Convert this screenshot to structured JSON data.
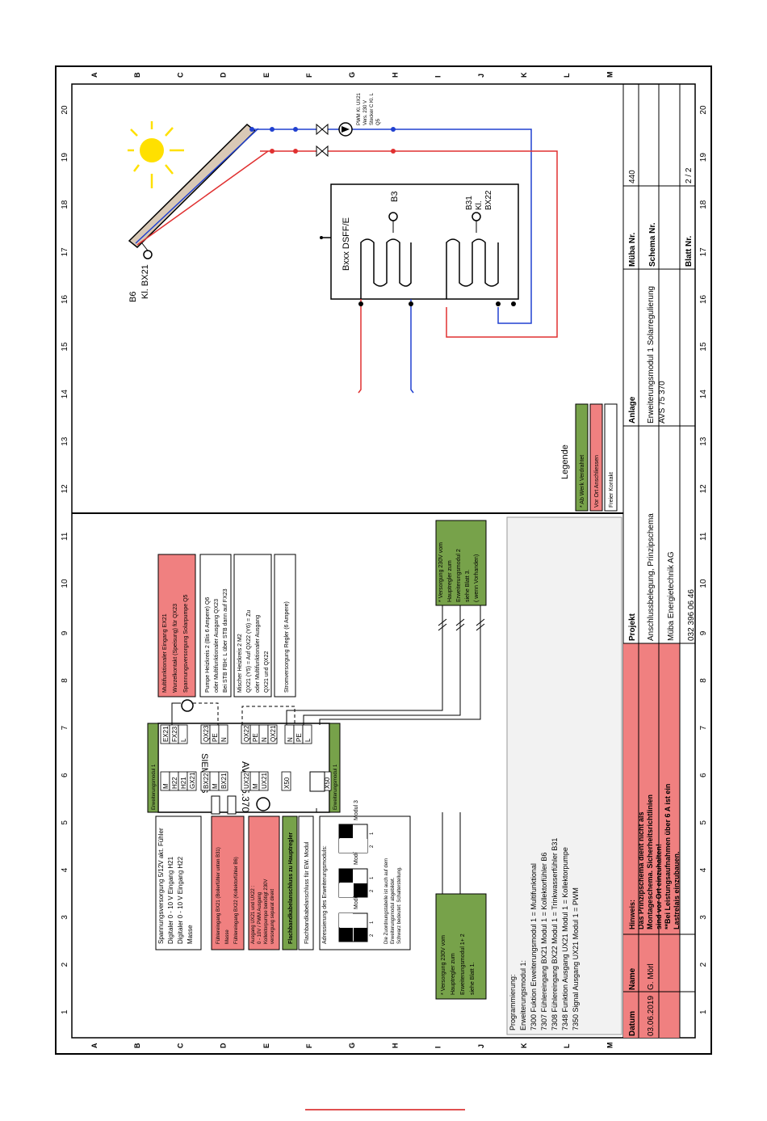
{
  "sheet": {
    "columns": [
      "1",
      "2",
      "3",
      "4",
      "5",
      "6",
      "7",
      "8",
      "9",
      "10",
      "11",
      "12",
      "13",
      "14",
      "15",
      "16",
      "17",
      "18",
      "19",
      "20"
    ],
    "rows": [
      "A",
      "B",
      "C",
      "D",
      "E",
      "F",
      "G",
      "H",
      "I",
      "J",
      "K",
      "L",
      "M"
    ]
  },
  "collector": {
    "label_b6": "B6",
    "label_bx21": "Kl. BX21"
  },
  "pump_label": [
    "PWM Kl. UX21",
    "Vers. 230 V",
    "Stecker C Kl. L",
    "Q5"
  ],
  "tank": {
    "name": "Bxxx DSFF/E",
    "sensor_b3": "B3",
    "sensor_b31": [
      "B31",
      "Kl.",
      "BX22"
    ]
  },
  "legend": {
    "title": "Legende",
    "items": [
      {
        "label": "* Ab Werk Verdrahtet",
        "color": "#77a24a"
      },
      {
        "label": "Vor Ort Anschliessen",
        "color": "#f08080"
      },
      {
        "label": "Freier Kontakt",
        "color": "#ffffff"
      }
    ]
  },
  "module": {
    "brand": "SIEMENS",
    "model": "AVS 75.370",
    "tag": "Erweiterungsmodul 1",
    "tag_right": "Erweiterungsmodul 1",
    "left_terminals": [
      [
        "M",
        "H22",
        "H21",
        "GX21"
      ],
      [
        "BX22",
        "M",
        "BX21"
      ],
      [
        "UX22",
        "M",
        "UX21"
      ],
      [
        "X50"
      ],
      [
        "X50"
      ]
    ],
    "right_terminals": [
      [
        "EX21",
        "FX23",
        "L"
      ],
      [
        "QX23",
        "PE",
        "N"
      ],
      [
        "QX22",
        "PE",
        "N",
        "QX21"
      ],
      [
        "N",
        "PE",
        "L"
      ]
    ]
  },
  "left_notes": {
    "box1": [
      "Spannungsversorgung 5/12V akt. Fühler",
      "Digitaler 0 - 10 V Eingang H21",
      "Digitaler 0 - 10 V Eingang H22",
      "Masse"
    ],
    "box2": [
      "Fühlereingang BX21 (Boilerfühler unten B31)",
      "Masse",
      "Fühlereingang BX22 (Kollektorfühler B6)"
    ],
    "box3": [
      "Ausgang UX21 und UX22 :",
      "0 - 10V / PWM Ausgang",
      "Kollektorpumpe benötigt 230V",
      "versorgung separat direkt"
    ],
    "box4": "Flachbandkabelanschluss zu Hauptregler",
    "box5": "Flachbandkabelanschluss für EW. Modul",
    "address_title": "Adressierung des Erweiterungsmoduls:",
    "modules": [
      "Modul 1",
      "Modul 2",
      "Modul 3"
    ],
    "address_note": [
      "Die Zuordnungstabelle ist auch auf dem",
      "Erweiterungsmodul abgebildet.",
      "Schwarz bedeutet: Schalterstellung."
    ]
  },
  "right_notes": {
    "box1": [
      "Multifunktionaler Eingang EX21",
      "Wurzelkontakt (Speisung) für QX23",
      "Spannungsversorgung Solarpumpe Q5"
    ],
    "box2": [
      "Pumpe Heizkreis 2 (Bis 6 Ampere) Q6",
      "oder Multifunktionaler Ausgang QX23",
      "Bei STB FBH: L über STB dann auf FX23"
    ],
    "box3": [
      "Mischer Heizkreis 2   M2",
      "QX21 (Y5) = Auf   QX22 (Y6) = Zu",
      "oder Multifunktionaler Ausgang",
      "QX21 und QX22"
    ],
    "box4": "Stromversorgung Regler (6 Ampere)"
  },
  "supply_top": [
    "* Versorgung 230V vom",
    "Hauptregler zum",
    "Erweiterungsmodul 2",
    "siehe Blatt 3.",
    "( wenn Vorhanden)"
  ],
  "supply_bottom": [
    "* Versorgung 230V vom",
    "Hauptregler zum",
    "Erweiterungsmodul 1+ 2",
    "siehe Blatt 1."
  ],
  "programming": [
    "Programmierung:",
    "Erweiterungsmodul 1:",
    "7300 Fuktion Erweiterungsmodul 1 = Multifunktional",
    "7307 Fühlereingang BX21 Modul 1 = Kollektorfühler B6",
    "7308 Fühlereingang BX22 Modul 1 = Trinkwasserfühler B31",
    "7348 Funktion Ausgang UX21 Modul 1 = Kollektorpumpe",
    "7350 Signal Ausgang UX21 Modul 1 = PWM"
  ],
  "title_block": {
    "datum_label": "Datum",
    "datum": "03.06.2019",
    "name_label": "Name",
    "name": "G. Mörl",
    "hinweis": [
      "Hinweis:",
      "Das Prinzipschema dient nicht als",
      "Montageschema. Sicherheitsrichtlinien",
      "sind vor Ort einzuhalten!",
      "**Bei Leistungsaufnahmen über 6 A ist ein",
      "Lastrelais einzubauen."
    ],
    "projekt_label": "Projekt",
    "projekt": [
      "Anschlussbelegung, Prinzipschema",
      "Müba Energietechnik AG",
      "032 396 06 46"
    ],
    "anlage_label": "Anlage",
    "anlage": [
      "Erweiterungsmodul 1 Solarregulierung",
      "AVS 75 370"
    ],
    "mueba_nr_label": "Müba Nr.",
    "mueba_nr": "440",
    "schema_nr_label": "Schema Nr.",
    "schema_nr": "",
    "blatt_nr_label": "Blatt Nr.",
    "blatt_nr": "2 / 2"
  },
  "colors": {
    "red": "#e03030",
    "blue": "#2040d0",
    "green_box": "#77a24a",
    "red_box": "#f08080",
    "hinweis_bg": "#f08080",
    "sun": "#ffe000"
  }
}
